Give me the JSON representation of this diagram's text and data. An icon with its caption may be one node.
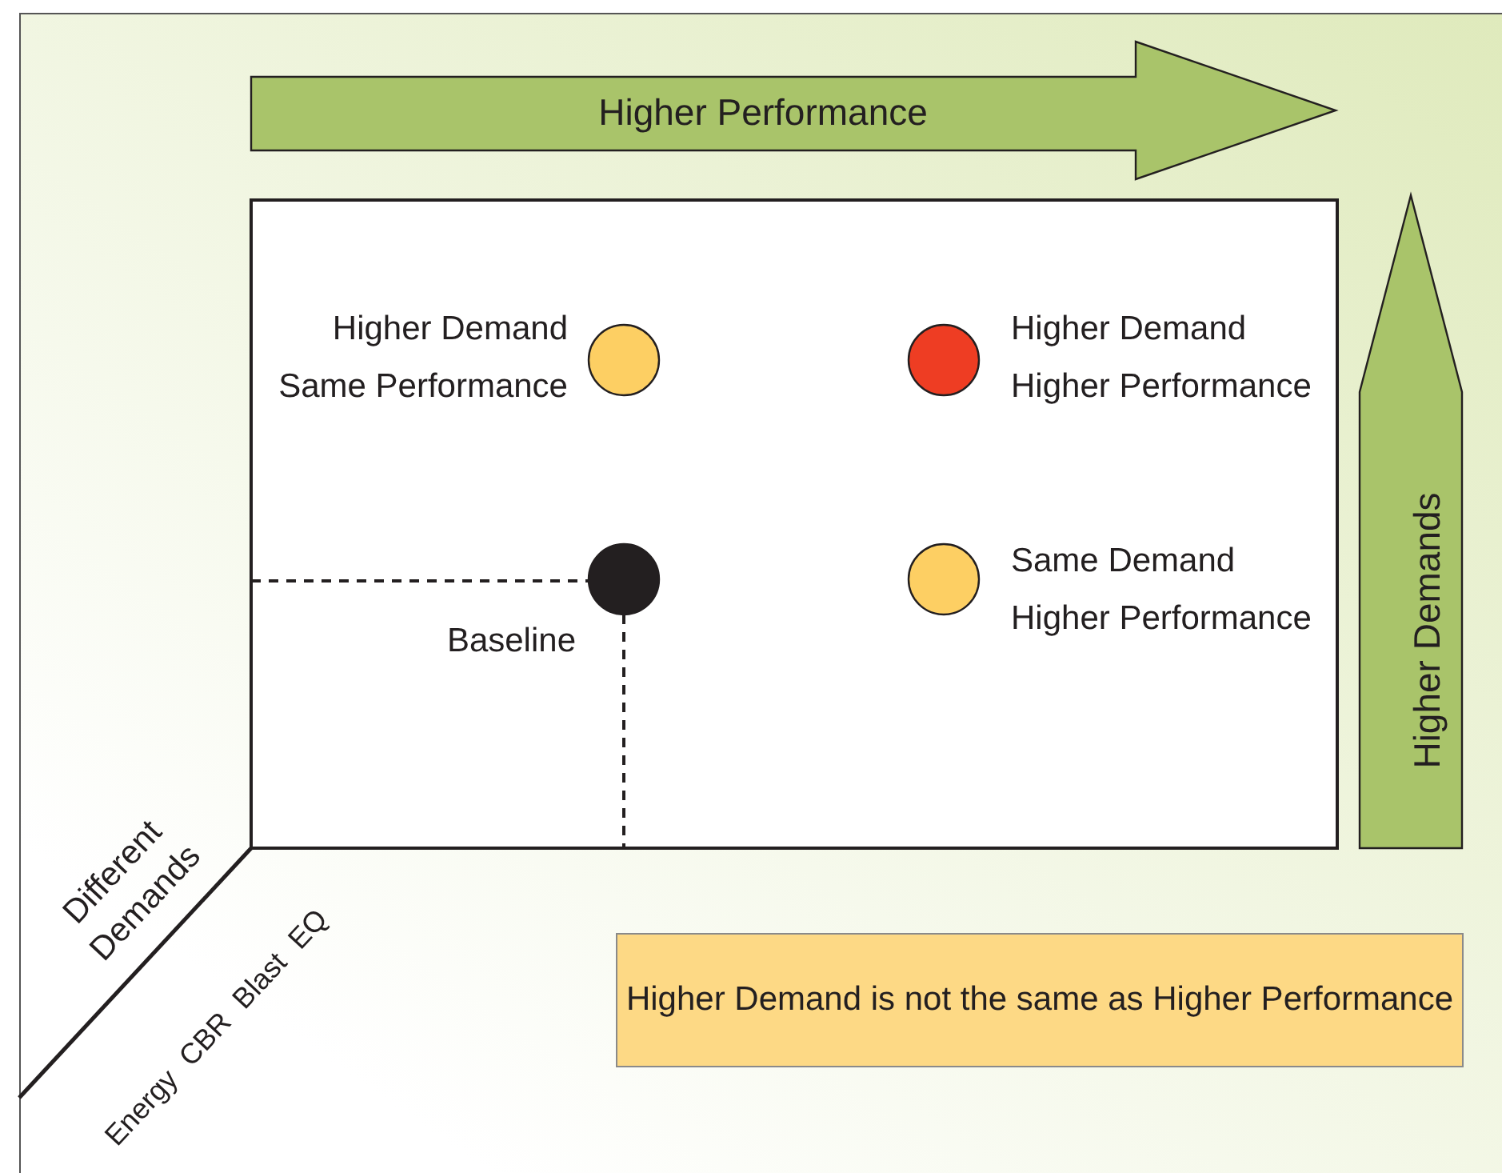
{
  "diagram": {
    "nodes": [
      {
        "text": [],
        "shape": "circle",
        "beside": [
          "Higher Demand Same Performance"
        ]
      },
      {
        "text": [],
        "shape": "circle",
        "beside": [
          "Higher Demand Higher Performance"
        ]
      },
      {
        "text": [],
        "shape": "circle",
        "beside": [
          "Baseline"
        ]
      },
      {
        "text": [],
        "shape": "circle",
        "beside": [
          "Same Demand Higher Performance"
        ]
      },
      {
        "text": [
          "Higher Demand is not the same as Higher Performance"
        ]
      }
    ],
    "edges": [],
    "labels": [
      "Higher Performance",
      "Higher Demands",
      "Different Demands",
      "Energy CBR Blast EQ"
    ]
  }
}
